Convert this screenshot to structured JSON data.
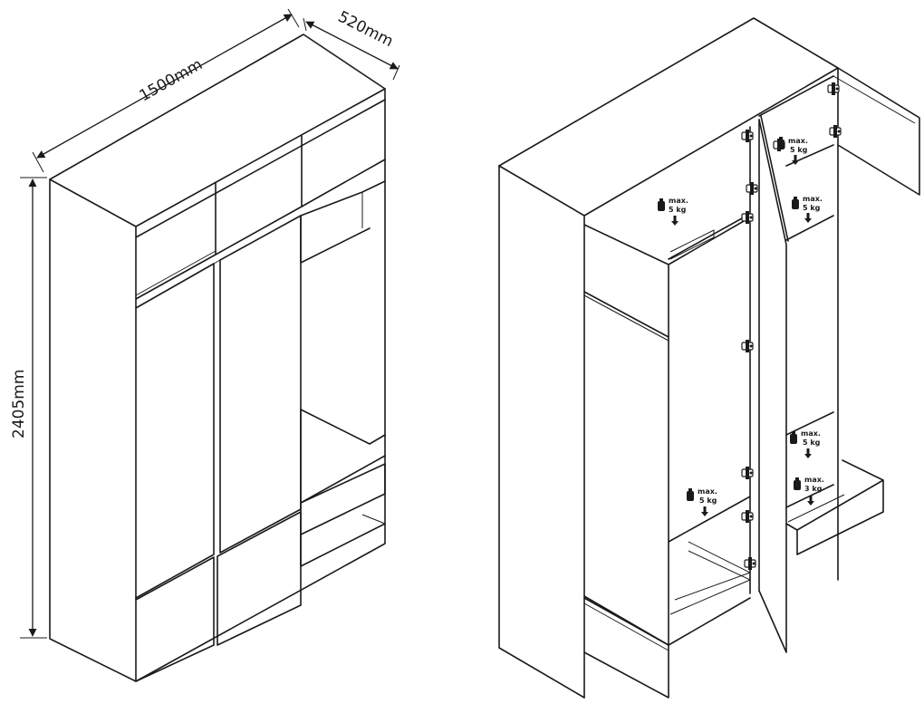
{
  "dimensions": {
    "width": "1500mm",
    "depth": "520mm",
    "height": "2405mm"
  },
  "load_labels": {
    "max": "max.",
    "weight_5": "5 kg",
    "weight_3": "3 kg"
  },
  "icons": {
    "weight": "weight-icon",
    "arrow": "arrow-down-icon",
    "hinge": "hinge-icon"
  }
}
